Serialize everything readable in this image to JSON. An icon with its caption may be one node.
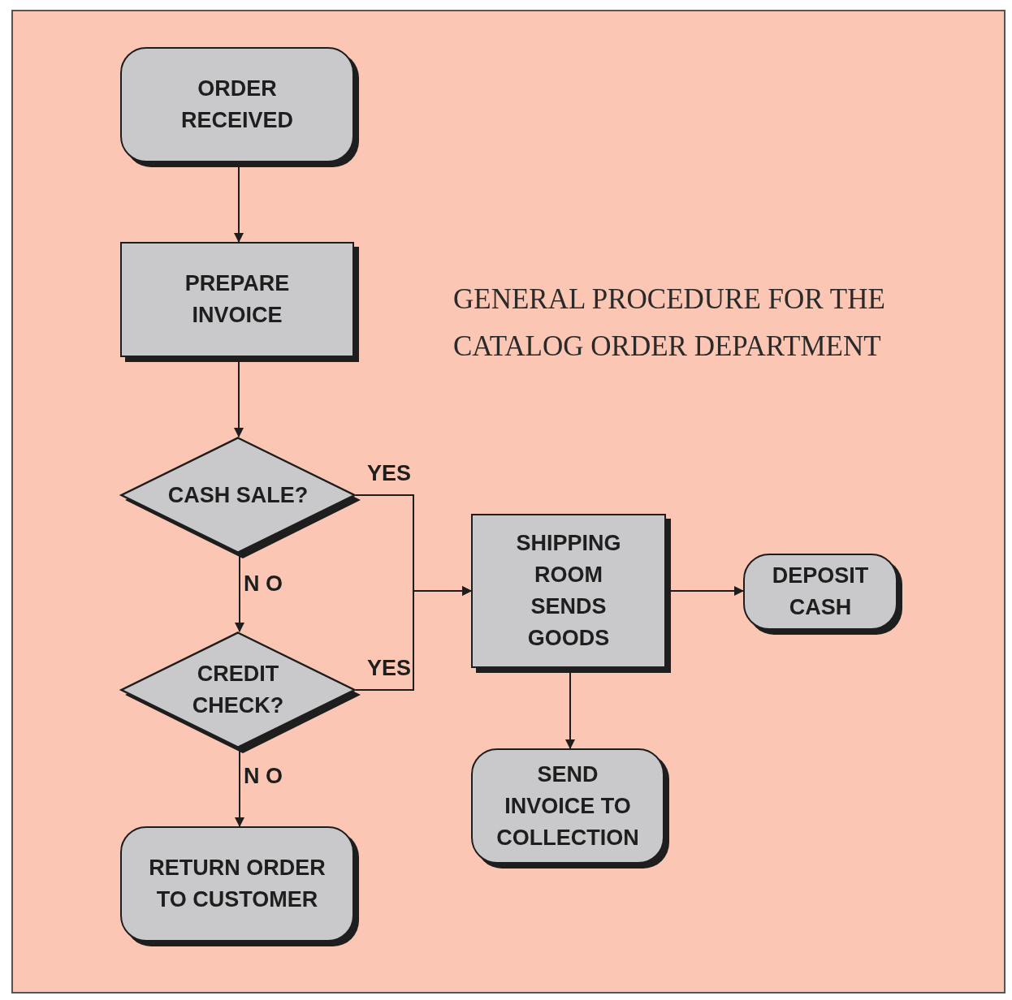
{
  "diagram": {
    "title": "GENERAL PROCEDURE FOR THE CATALOG ORDER DEPARTMENT",
    "nodes": [
      {
        "text": [
          "ORDER RECEIVED"
        ]
      },
      {
        "text": [
          "PREPARE INVOICE"
        ]
      },
      {
        "text": [
          "CASH SALE?"
        ]
      },
      {
        "text": [
          "CREDIT CHECK?"
        ]
      },
      {
        "text": [
          "RETURN ORDER TO CUSTOMER"
        ]
      },
      {
        "text": [
          "SHIPPING ROOM SENDS GOODS"
        ]
      },
      {
        "text": [
          "DEPOSIT CASH"
        ]
      },
      {
        "text": [
          "SEND INVOICE TO COLLECTION"
        ]
      }
    ],
    "edges": [
      {
        "from": 0,
        "to": 1,
        "arrow": "to"
      },
      {
        "from": 1,
        "to": 2,
        "arrow": "to"
      },
      {
        "from": 2,
        "to": 3,
        "arrow": "to",
        "label": "N O"
      },
      {
        "from": 2,
        "to": 5,
        "arrow": "to",
        "label": "YES"
      },
      {
        "from": 3,
        "to": 5,
        "arrow": "to",
        "label": "YES"
      },
      {
        "from": 3,
        "to": 4,
        "arrow": "to",
        "label": "N O"
      },
      {
        "from": 5,
        "to": 6,
        "arrow": "to"
      },
      {
        "from": 5,
        "to": 7,
        "arrow": "to"
      }
    ]
  }
}
